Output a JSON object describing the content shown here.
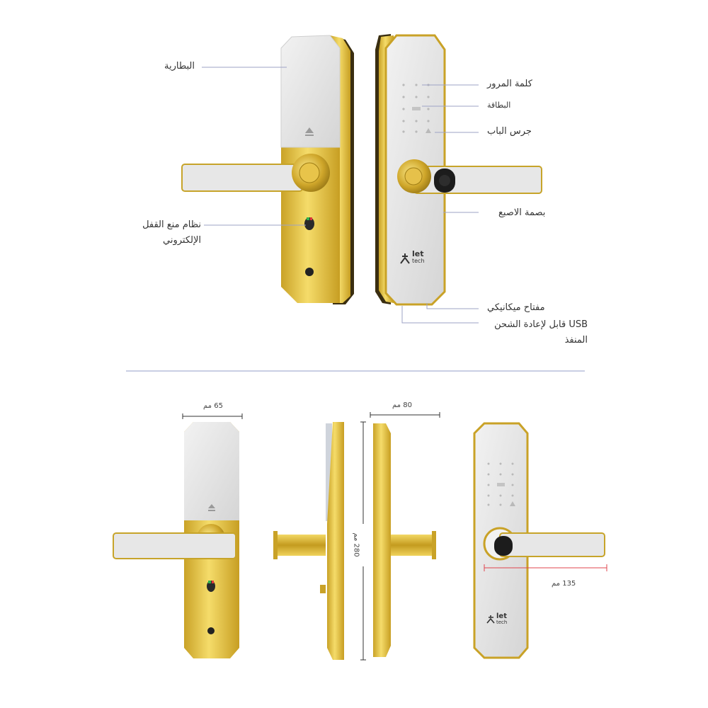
{
  "labels": {
    "battery": "البطارية",
    "password": "كلمة المرور",
    "card": "البطاقة",
    "doorbell": "جرس الباب",
    "fingerprint": "بصمة الاصبع",
    "anti_lock_line1": "نظام منع القفل",
    "anti_lock_line2": "الإلكتروني",
    "mech_key": "مفتاح ميكانيكي",
    "usb_line1": "USB قابل لإعادة الشحن",
    "usb_line2": "المنفذ"
  },
  "brand": {
    "line1": "let",
    "line2": "tech"
  },
  "dimensions": {
    "width": "65 مم",
    "depth": "80 مم",
    "height": "280 مم",
    "handle": "135 مم"
  },
  "colors": {
    "gold": "#e2c03c",
    "gold_dark": "#a8871a",
    "panel": "#e6e6e6",
    "leader": "#8e93b8",
    "separator": "#c9cfe4",
    "accent_red": "#e0444d"
  }
}
